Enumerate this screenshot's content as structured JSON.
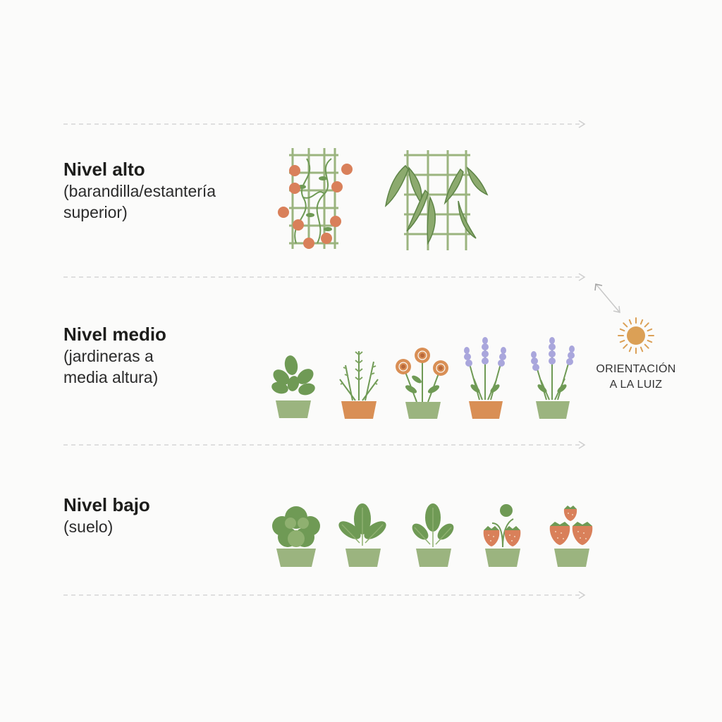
{
  "levels": [
    {
      "title": "Nivel alto",
      "subtitle": "(barandilla/estantería\nsuperior)"
    },
    {
      "title": "Nivel medio",
      "subtitle": "(jardineras a\nmedia altura)"
    },
    {
      "title": "Nivel bajo",
      "subtitle": "(suelo)"
    }
  ],
  "orientation": {
    "line1": "ORIENTACIÓN",
    "line2": "A LA LUIZ"
  },
  "colors": {
    "green": "#9bb47f",
    "leaf": "#6f9a55",
    "terracotta": "#d98f55",
    "tomato": "#d9805a",
    "lavender": "#a9a6dc",
    "sun": "#dba056",
    "divider": "#d8d8d8"
  }
}
